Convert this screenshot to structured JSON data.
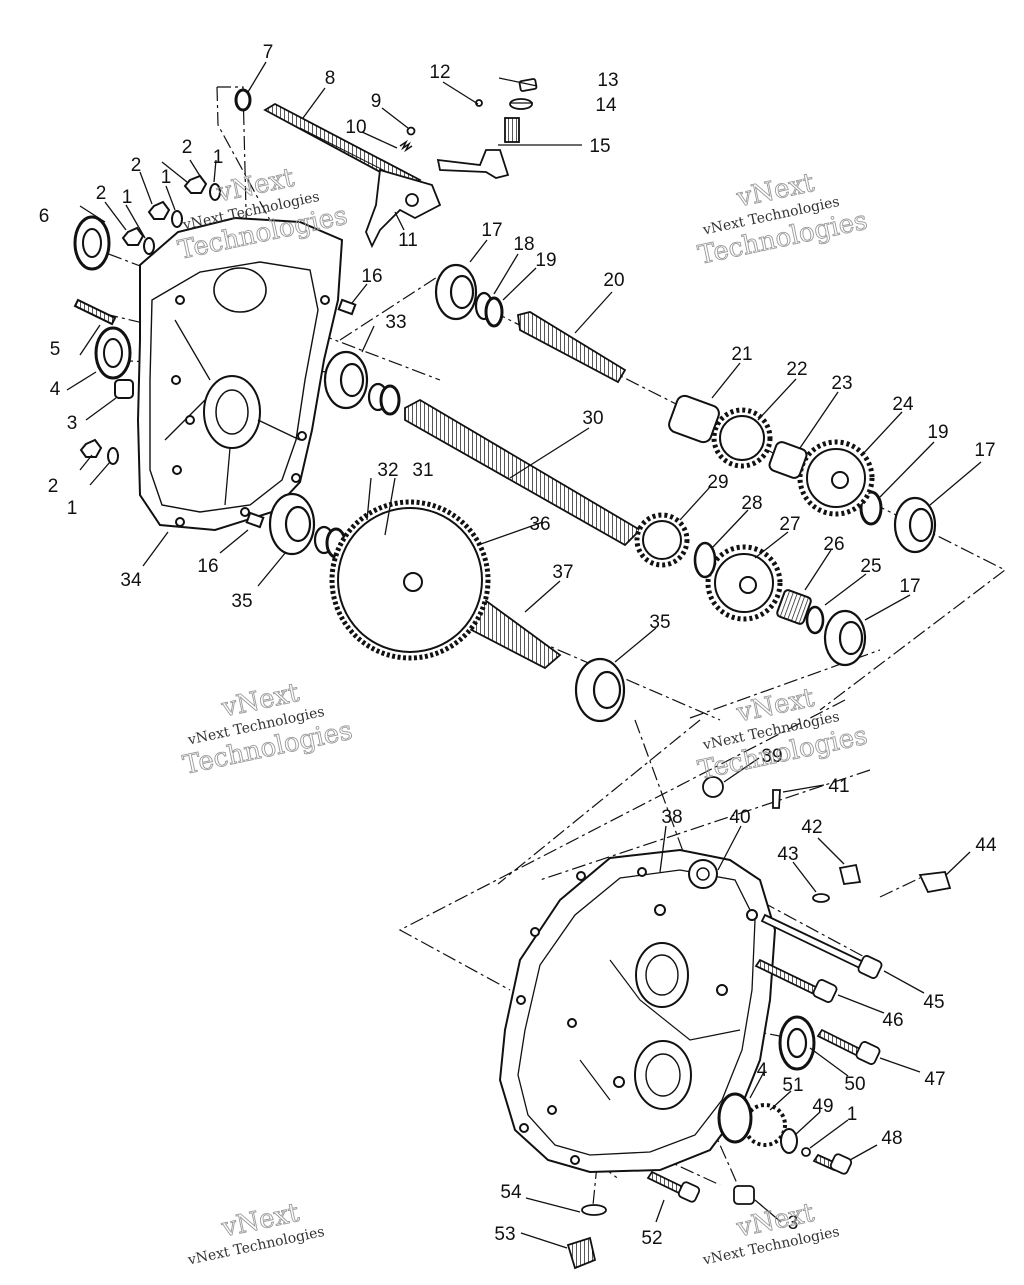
{
  "callouts": [
    {
      "id": "c7",
      "text": "7"
    },
    {
      "id": "c8",
      "text": "8"
    },
    {
      "id": "c12",
      "text": "12"
    },
    {
      "id": "c13",
      "text": "13"
    },
    {
      "id": "c14",
      "text": "14"
    },
    {
      "id": "c15",
      "text": "15"
    },
    {
      "id": "c9",
      "text": "9"
    },
    {
      "id": "c10",
      "text": "10"
    },
    {
      "id": "c2a",
      "text": "2"
    },
    {
      "id": "c1a",
      "text": "1"
    },
    {
      "id": "c2b",
      "text": "2"
    },
    {
      "id": "c1b",
      "text": "1"
    },
    {
      "id": "c2c",
      "text": "2"
    },
    {
      "id": "c1c",
      "text": "1"
    },
    {
      "id": "c6",
      "text": "6"
    },
    {
      "id": "c11",
      "text": "11"
    },
    {
      "id": "c17a",
      "text": "17"
    },
    {
      "id": "c18",
      "text": "18"
    },
    {
      "id": "c19a",
      "text": "19"
    },
    {
      "id": "c20",
      "text": "20"
    },
    {
      "id": "c16a",
      "text": "16"
    },
    {
      "id": "c5",
      "text": "5"
    },
    {
      "id": "c33",
      "text": "33"
    },
    {
      "id": "c4a",
      "text": "4"
    },
    {
      "id": "c3a",
      "text": "3"
    },
    {
      "id": "c21",
      "text": "21"
    },
    {
      "id": "c22",
      "text": "22"
    },
    {
      "id": "c23",
      "text": "23"
    },
    {
      "id": "c24",
      "text": "24"
    },
    {
      "id": "c19b",
      "text": "19"
    },
    {
      "id": "c17b",
      "text": "17"
    },
    {
      "id": "c30",
      "text": "30"
    },
    {
      "id": "c2d",
      "text": "2"
    },
    {
      "id": "c1d",
      "text": "1"
    },
    {
      "id": "c32",
      "text": "32"
    },
    {
      "id": "c31",
      "text": "31"
    },
    {
      "id": "c29",
      "text": "29"
    },
    {
      "id": "c28",
      "text": "28"
    },
    {
      "id": "c27",
      "text": "27"
    },
    {
      "id": "c36",
      "text": "36"
    },
    {
      "id": "c34",
      "text": "34"
    },
    {
      "id": "c16b",
      "text": "16"
    },
    {
      "id": "c35a",
      "text": "35"
    },
    {
      "id": "c37",
      "text": "37"
    },
    {
      "id": "c26",
      "text": "26"
    },
    {
      "id": "c25",
      "text": "25"
    },
    {
      "id": "c17c",
      "text": "17"
    },
    {
      "id": "c35b",
      "text": "35"
    },
    {
      "id": "c39",
      "text": "39"
    },
    {
      "id": "c41",
      "text": "41"
    },
    {
      "id": "c38",
      "text": "38"
    },
    {
      "id": "c40",
      "text": "40"
    },
    {
      "id": "c42",
      "text": "42"
    },
    {
      "id": "c43",
      "text": "43"
    },
    {
      "id": "c44",
      "text": "44"
    },
    {
      "id": "c45",
      "text": "45"
    },
    {
      "id": "c46",
      "text": "46"
    },
    {
      "id": "c47",
      "text": "47"
    },
    {
      "id": "c50",
      "text": "50"
    },
    {
      "id": "c4b",
      "text": "4"
    },
    {
      "id": "c51",
      "text": "51"
    },
    {
      "id": "c49",
      "text": "49"
    },
    {
      "id": "c1e",
      "text": "1"
    },
    {
      "id": "c48",
      "text": "48"
    },
    {
      "id": "c54",
      "text": "54"
    },
    {
      "id": "c52",
      "text": "52"
    },
    {
      "id": "c3b",
      "text": "3"
    },
    {
      "id": "c53",
      "text": "53"
    }
  ],
  "watermark": {
    "script": "vNext",
    "text": "vNext Technologies",
    "outline": "Technologies"
  },
  "colors": {
    "ink": "#111111",
    "watermark": "#9a9a9a",
    "paper": "#ffffff"
  }
}
